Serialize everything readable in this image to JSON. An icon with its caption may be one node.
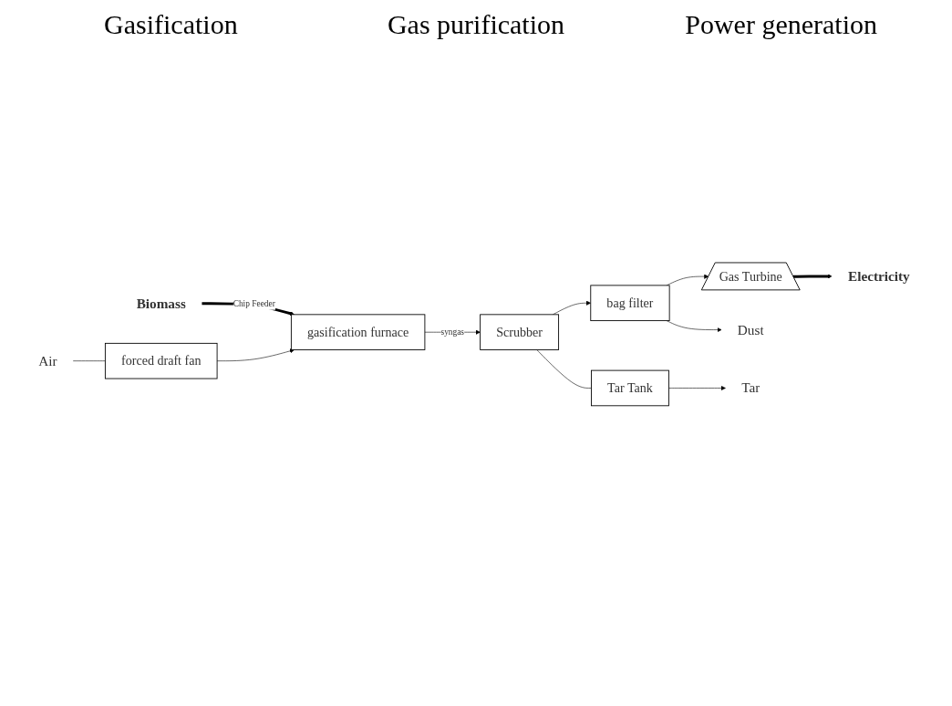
{
  "diagram": {
    "nodes": [
      {
        "text": [
          "Biomass"
        ]
      },
      {
        "text": [
          "gasification furnace"
        ]
      },
      {
        "text": [
          "Scrubber"
        ]
      },
      {
        "text": [
          "bag filter"
        ]
      },
      {
        "text": [
          "Gas Turbine"
        ]
      },
      {
        "text": [
          "Electricity"
        ]
      },
      {
        "text": [
          "forced draft fan"
        ]
      },
      {
        "text": [
          "Air"
        ]
      },
      {
        "text": [
          "Tar Tank"
        ]
      },
      {
        "text": [
          "Tar"
        ]
      },
      {
        "text": [
          "Dust"
        ]
      }
    ],
    "edges": [
      {
        "from": 0,
        "to": 1,
        "arrow": "to",
        "label": "Chip Feeder",
        "style": "thick"
      },
      {
        "from": 1,
        "to": 2,
        "arrow": "to",
        "label": "syngas"
      },
      {
        "from": 2,
        "to": 3,
        "arrow": "to"
      },
      {
        "from": 3,
        "to": 4,
        "arrow": "to"
      },
      {
        "from": 4,
        "to": 5,
        "arrow": "to",
        "style": "thick"
      },
      {
        "from": 7,
        "to": 6,
        "arrow": "none"
      },
      {
        "from": 6,
        "to": 1,
        "arrow": "to"
      },
      {
        "from": 2,
        "to": 8,
        "arrow": "none"
      },
      {
        "from": 8,
        "to": 9,
        "arrow": "to"
      },
      {
        "from": 3,
        "to": 10,
        "arrow": "to"
      }
    ],
    "labels": [
      "Gasification",
      "Gas purification",
      "Power generation"
    ]
  }
}
